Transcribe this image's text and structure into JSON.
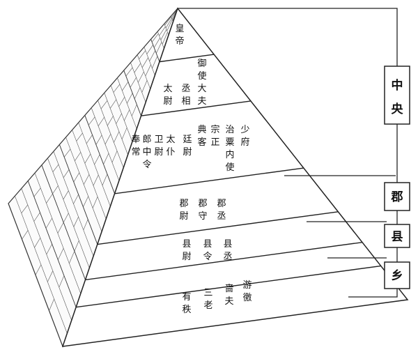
{
  "layers": [
    {
      "name": "emperor",
      "titles": [
        "皇帝"
      ]
    },
    {
      "name": "three-dukes",
      "titles": [
        "御使大夫",
        "丞相",
        "太尉"
      ]
    },
    {
      "name": "nine-ministers",
      "titles": [
        "少府",
        "治粟内使",
        "宗正",
        "典客",
        "廷尉",
        "太仆",
        "卫尉",
        "郎中令",
        "奉常"
      ]
    },
    {
      "name": "commandery",
      "titles": [
        "郡丞",
        "郡守",
        "郡尉"
      ]
    },
    {
      "name": "county",
      "titles": [
        "县丞",
        "县令",
        "县尉"
      ]
    },
    {
      "name": "township",
      "titles": [
        "游徼",
        "啬夫",
        "三老",
        "有秩"
      ]
    }
  ],
  "levels": [
    "中央",
    "郡",
    "县",
    "乡"
  ]
}
